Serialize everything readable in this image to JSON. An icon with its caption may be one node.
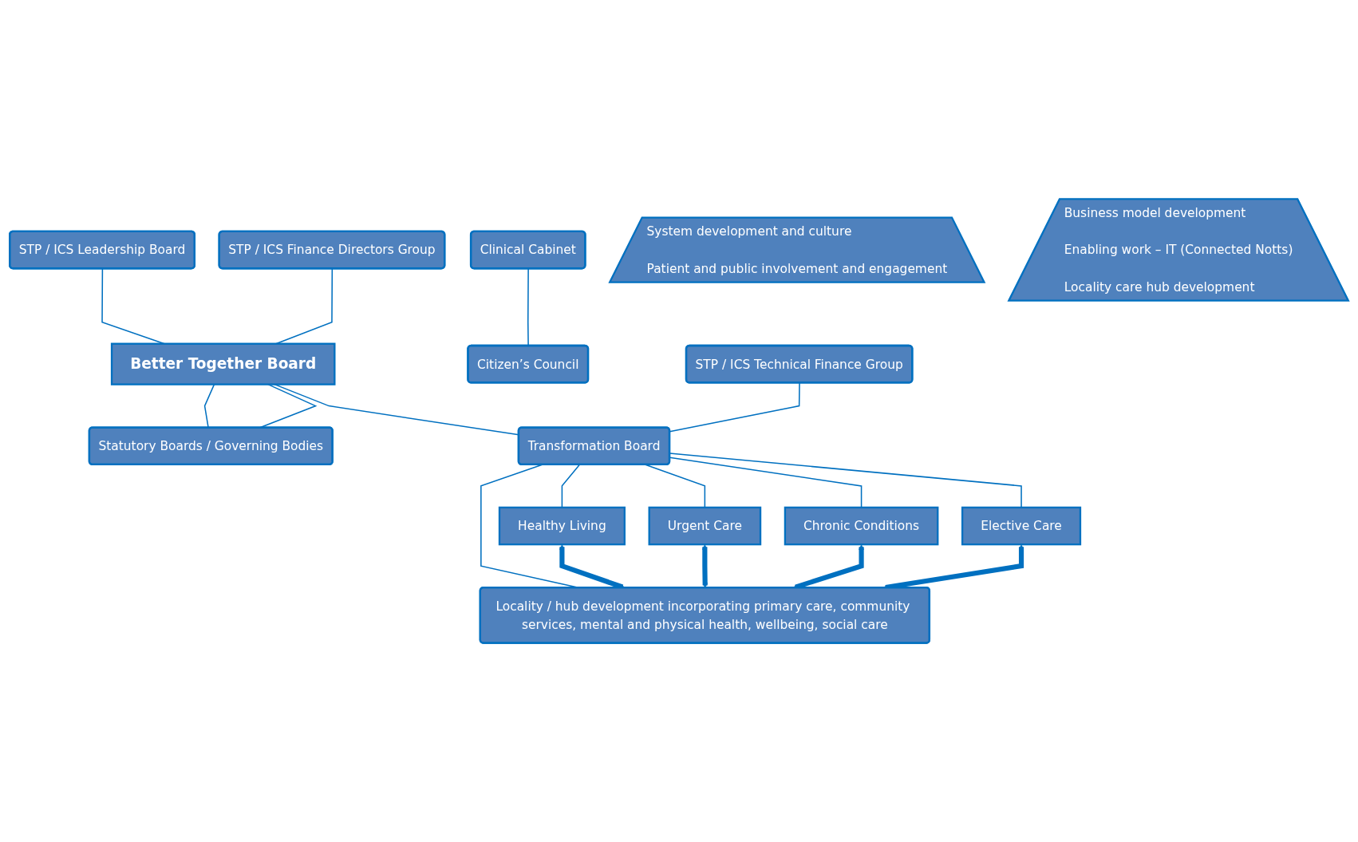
{
  "diagram": {
    "nodes": [
      {
        "text": [
          "STP / ICS Leadership Board"
        ]
      },
      {
        "text": [
          "Better Together Board"
        ]
      },
      {
        "text": [
          "Statutory Boards / Governing Bodies"
        ]
      },
      {
        "text": [
          "STP / ICS Finance Directors Group"
        ]
      },
      {
        "text": [
          "Clinical Cabinet"
        ]
      },
      {
        "text": [
          "Citizen’s Council"
        ]
      },
      {
        "text": [
          "System development and culture",
          "Patient and public involvement and engagement"
        ]
      },
      {
        "text": [
          "STP / ICS Technical Finance Group"
        ]
      },
      {
        "text": [
          "Transformation Board"
        ]
      },
      {
        "text": [
          "Business model development",
          "Enabling work – IT (Connected Notts)",
          "Locality care hub development"
        ]
      },
      {
        "text": [
          "Healthy Living"
        ]
      },
      {
        "text": [
          "Urgent Care"
        ]
      },
      {
        "text": [
          "Chronic Conditions"
        ]
      },
      {
        "text": [
          "Elective Care"
        ]
      },
      {
        "text": [
          "Locality / hub development incorporating primary care, community services, mental and physical health, wellbeing, social care"
        ]
      }
    ],
    "edges": [
      {
        "from": 0,
        "to": 1,
        "arrow": "none"
      },
      {
        "from": 1,
        "to": 2,
        "arrow": "none"
      },
      {
        "from": 1,
        "to": 2,
        "arrow": "none"
      },
      {
        "from": 3,
        "to": 1,
        "arrow": "none"
      },
      {
        "from": 1,
        "to": 8,
        "arrow": "none"
      },
      {
        "from": 4,
        "to": 5,
        "arrow": "none"
      },
      {
        "from": 7,
        "to": 8,
        "arrow": "none"
      },
      {
        "from": 8,
        "to": 10,
        "arrow": "none"
      },
      {
        "from": 8,
        "to": 11,
        "arrow": "none"
      },
      {
        "from": 8,
        "to": 12,
        "arrow": "none"
      },
      {
        "from": 8,
        "to": 13,
        "arrow": "none"
      },
      {
        "from": 8,
        "to": 14,
        "arrow": "none"
      },
      {
        "from": 10,
        "to": 14,
        "arrow": "both",
        "style": "thick"
      },
      {
        "from": 11,
        "to": 14,
        "arrow": "both",
        "style": "thick"
      },
      {
        "from": 12,
        "to": 14,
        "arrow": "both",
        "style": "thick"
      },
      {
        "from": 13,
        "to": 14,
        "arrow": "both",
        "style": "thick"
      }
    ]
  }
}
